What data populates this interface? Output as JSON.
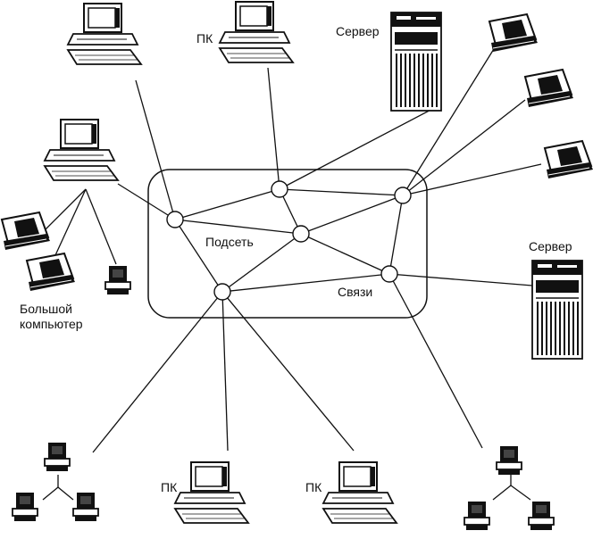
{
  "labels": {
    "pc_top": "ПК",
    "server_top": "Сервер",
    "server_right": "Сервер",
    "subnet": "Подсеть",
    "links": "Связи",
    "mainframe_line1": "Большой",
    "mainframe_line2": "компьютер",
    "pc_bottom_left": "ПК",
    "pc_bottom_right": "ПК"
  },
  "colors": {
    "ink": "#111111",
    "background": "#ffffff"
  }
}
